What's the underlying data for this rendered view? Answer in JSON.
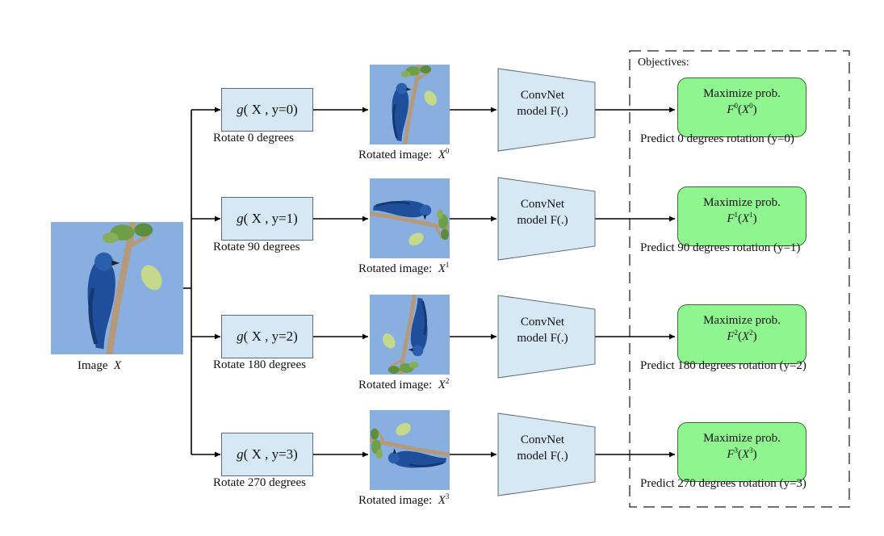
{
  "input": {
    "caption": "Image",
    "caption_var": "X"
  },
  "objectives_title": "Objectives:",
  "rows": [
    {
      "op_func": "g",
      "op_args": "( X , y=0)",
      "op_caption": "Rotate 0 degrees",
      "rotated_caption": "Rotated image:",
      "rotated_var": "X",
      "rotated_sup": "0",
      "rotation_deg": 0,
      "model_line1": "ConvNet",
      "model_line2": "model F(.)",
      "objective_line1": "Maximize prob.",
      "objective_func": "F",
      "objective_sup": "0",
      "objective_arg": "X",
      "objective_arg_sup": "0",
      "predict_caption": "Predict 0 degrees rotation (y=0)"
    },
    {
      "op_func": "g",
      "op_args": "( X , y=1)",
      "op_caption": "Rotate 90 degrees",
      "rotated_caption": "Rotated image:",
      "rotated_var": "X",
      "rotated_sup": "1",
      "rotation_deg": 90,
      "model_line1": "ConvNet",
      "model_line2": "model F(.)",
      "objective_line1": "Maximize prob.",
      "objective_func": "F",
      "objective_sup": "1",
      "objective_arg": "X",
      "objective_arg_sup": "1",
      "predict_caption": "Predict 90 degrees rotation (y=1)"
    },
    {
      "op_func": "g",
      "op_args": "( X , y=2)",
      "op_caption": "Rotate 180 degrees",
      "rotated_caption": "Rotated image:",
      "rotated_var": "X",
      "rotated_sup": "2",
      "rotation_deg": 180,
      "model_line1": "ConvNet",
      "model_line2": "model F(.)",
      "objective_line1": "Maximize prob.",
      "objective_func": "F",
      "objective_sup": "2",
      "objective_arg": "X",
      "objective_arg_sup": "2",
      "predict_caption": "Predict 180 degrees rotation (y=2)"
    },
    {
      "op_func": "g",
      "op_args": "( X , y=3)",
      "op_caption": "Rotate 270 degrees",
      "rotated_caption": "Rotated image:",
      "rotated_var": "X",
      "rotated_sup": "3",
      "rotation_deg": 270,
      "model_line1": "ConvNet",
      "model_line2": "model F(.)",
      "objective_line1": "Maximize prob.",
      "objective_func": "F",
      "objective_sup": "3",
      "objective_arg": "X",
      "objective_arg_sup": "3",
      "predict_caption": "Predict 270 degrees rotation (y=3)"
    }
  ],
  "colors": {
    "op_box_fill": "#d6e8f4",
    "model_fill": "#d6e8f4",
    "objective_fill": "#8ff58f",
    "sky": "#89aee0",
    "bird": "#1f4f9a",
    "line": "#000000"
  }
}
